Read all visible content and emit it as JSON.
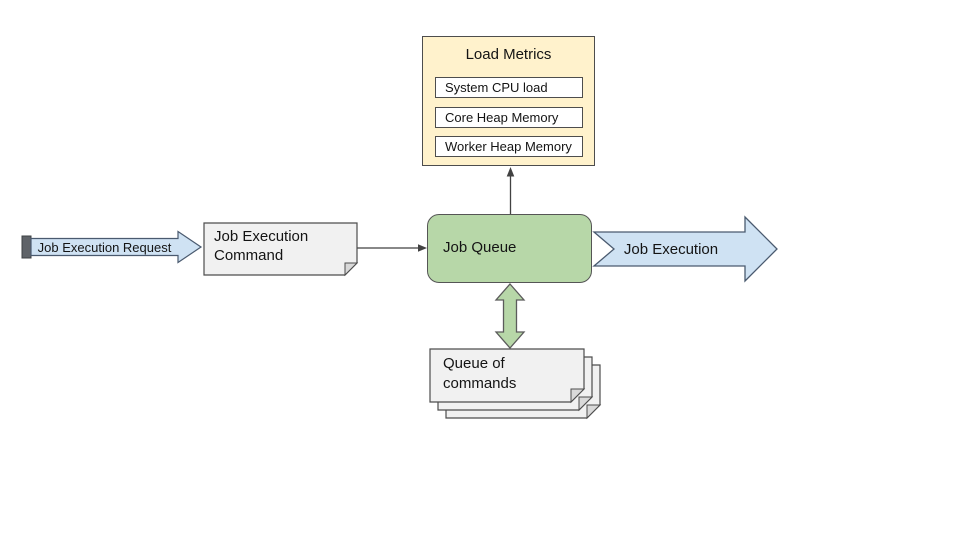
{
  "diagram": {
    "load_metrics": {
      "title": "Load Metrics",
      "metrics": [
        "System CPU load",
        "Core Heap Memory",
        "Worker Heap Memory"
      ]
    },
    "request_arrow": {
      "label": "Job Execution Request"
    },
    "command_note": {
      "label": "Job Execution Command"
    },
    "job_queue": {
      "label": "Job Queue"
    },
    "execution_arrow": {
      "label": "Job Execution"
    },
    "queue_stack": {
      "label": "Queue of commands"
    },
    "colors": {
      "load_metrics_fill": "#FFF2CC",
      "queue_fill": "#B7D7A8",
      "arrow_blue_fill": "#CFE2F3",
      "note_fill": "#F1F1F1",
      "fold_fill": "#D9D9D9",
      "border_dark": "#4D4D4D",
      "arrow_blue_stroke": "#4A5A6F",
      "connector": "#424242",
      "request_tail_bar": "#5F6368"
    }
  }
}
